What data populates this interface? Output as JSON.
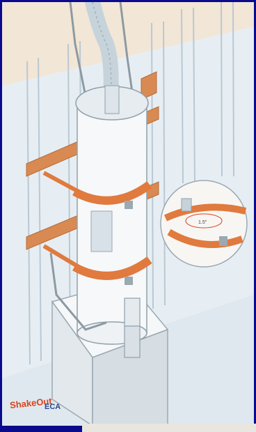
{
  "callout": {
    "gap_label": "1.5\""
  },
  "logos": {
    "shakeout": "ShakeOut",
    "eca": "ECA"
  },
  "colors": {
    "frame": "#0a0a8c",
    "strap": "#e07a3e",
    "wood": "#d98a52",
    "wall": "#eef3f6",
    "heater": "#f4f7f9",
    "platform": "#eef1f3"
  }
}
